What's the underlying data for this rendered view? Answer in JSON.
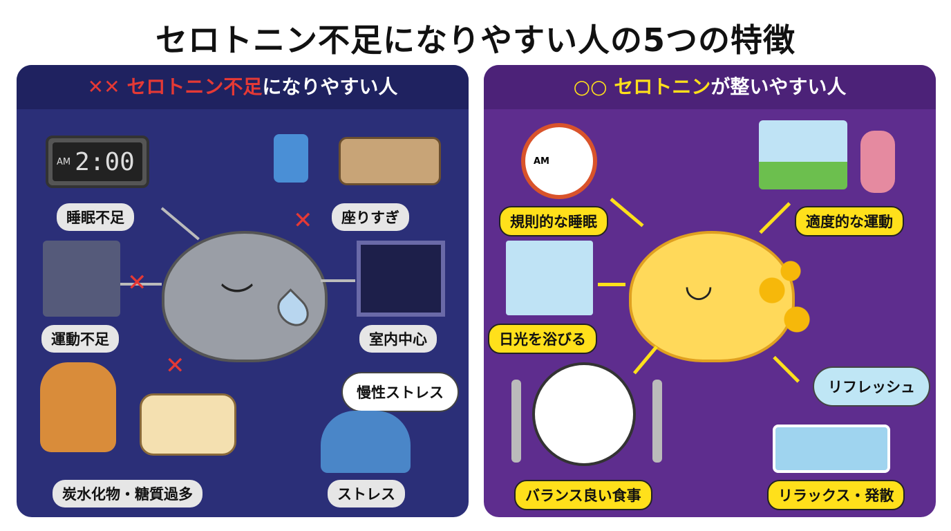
{
  "title": "セロトニン不足になりやすい人の5つの特徴",
  "left": {
    "header_marks": "✕✕",
    "header_red": "セロトニン不足",
    "header_rest": "になりやすい人",
    "clock": {
      "ampm": "AM",
      "time": "2:00"
    },
    "items": [
      "睡眠不足",
      "座りすぎ",
      "運動不足",
      "室内中心",
      "炭水化物・糖質過多",
      "ストレス"
    ],
    "bubble": "慢性ストレス"
  },
  "right": {
    "header_marks": "○○",
    "header_yellow": "セロトニン",
    "header_rest": "が整いやすい人",
    "clock": {
      "ampm": "AM"
    },
    "items": [
      "規則的な睡眠",
      "適度的な運動",
      "日光を浴びる",
      "バランス良い食事",
      "リラックス・発散"
    ],
    "bubble": "リフレッシュ"
  },
  "colors": {
    "left_bg": "#2b2f78",
    "right_bg": "#5e2d8e",
    "accent_red": "#e53935",
    "accent_yellow": "#ffe01b"
  }
}
